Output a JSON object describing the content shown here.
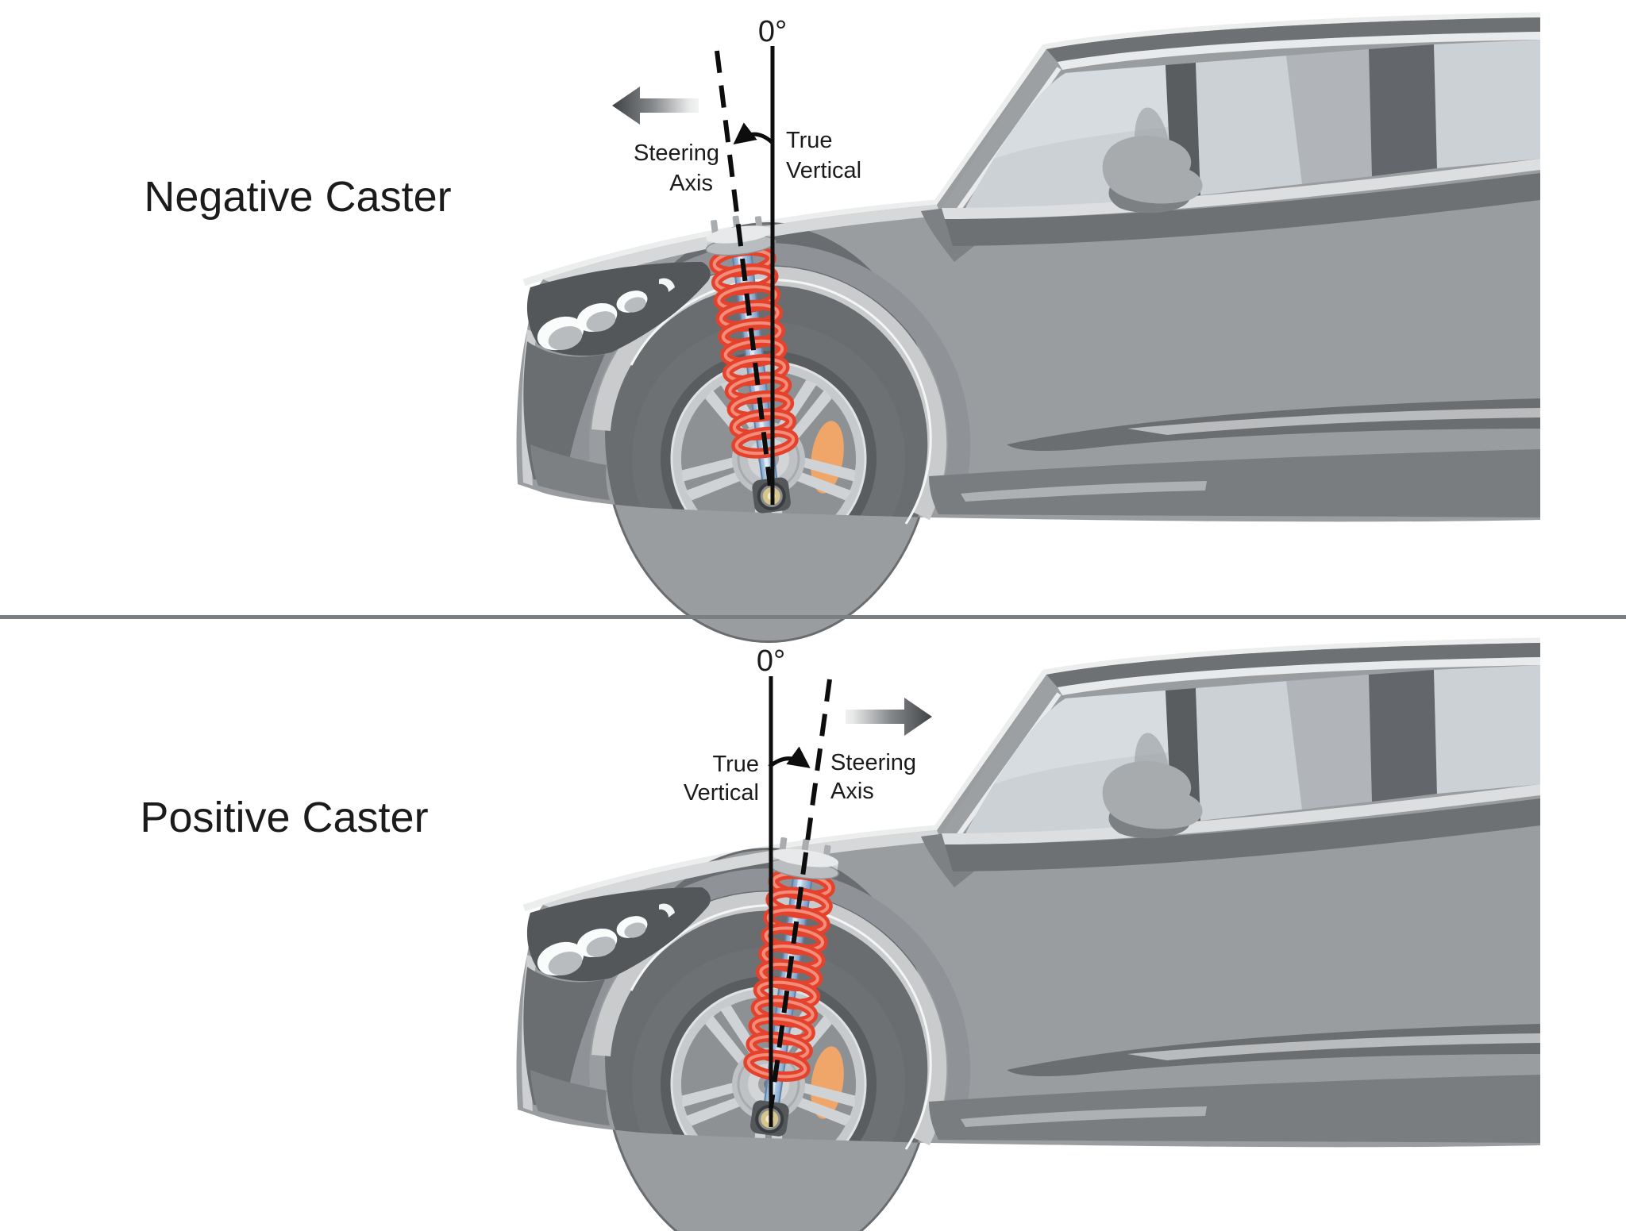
{
  "diagram": {
    "negative": {
      "title": "Negative Caster",
      "zero": "0°",
      "steering_line1": "Steering",
      "steering_line2": "Axis",
      "vertical_line1": "True",
      "vertical_line2": "Vertical"
    },
    "positive": {
      "title": "Positive Caster",
      "zero": "0°",
      "steering_line1": "Steering",
      "steering_line2": "Axis",
      "vertical_line1": "True",
      "vertical_line2": "Vertical"
    }
  },
  "colors": {
    "text": "#1b1b1b",
    "line": "#0d0d0d",
    "divider": "#7c7f82",
    "spring": "#e5422d",
    "spring_highlight": "#f59a87",
    "shock": "#a9c6e6",
    "shock_edge": "#5d83ad",
    "caliper": "#f0a668",
    "glass": "#ccd1d6",
    "body": "#9a9da0",
    "tire": "#6e7174",
    "arrow_dark": "#3e4144"
  }
}
